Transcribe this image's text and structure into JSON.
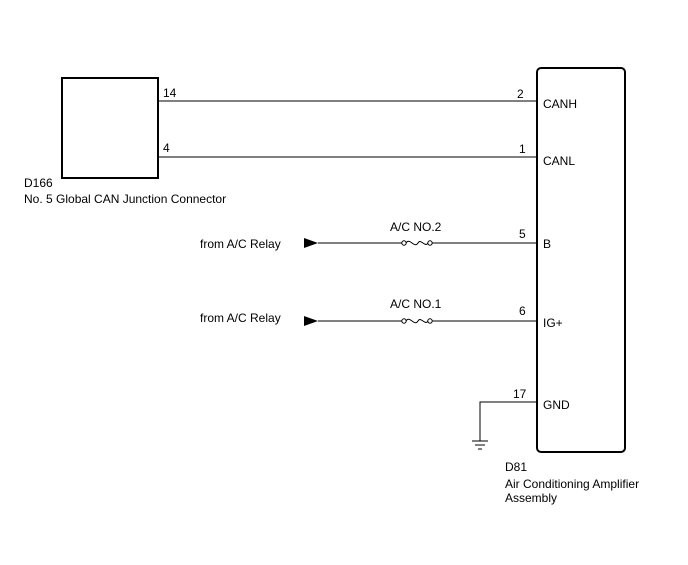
{
  "connector_d166": {
    "id": "D166",
    "name": "No. 5 Global CAN Junction Connector",
    "pins": {
      "canh": "14",
      "canl": "4"
    }
  },
  "amplifier_d81": {
    "id": "D81",
    "name_line1": "Air Conditioning Amplifier",
    "name_line2": "Assembly",
    "pins": [
      {
        "number": "2",
        "label": "CANH"
      },
      {
        "number": "1",
        "label": "CANL"
      },
      {
        "number": "5",
        "label": "B"
      },
      {
        "number": "6",
        "label": "IG+"
      },
      {
        "number": "17",
        "label": "GND"
      }
    ]
  },
  "fuses": [
    {
      "label": "A/C NO.2",
      "source": "from A/C Relay"
    },
    {
      "label": "A/C NO.1",
      "source": "from A/C Relay"
    }
  ],
  "icons": {
    "ground": "ground-icon",
    "arrow": "arrow-right-icon",
    "fuse": "fuse-icon"
  }
}
